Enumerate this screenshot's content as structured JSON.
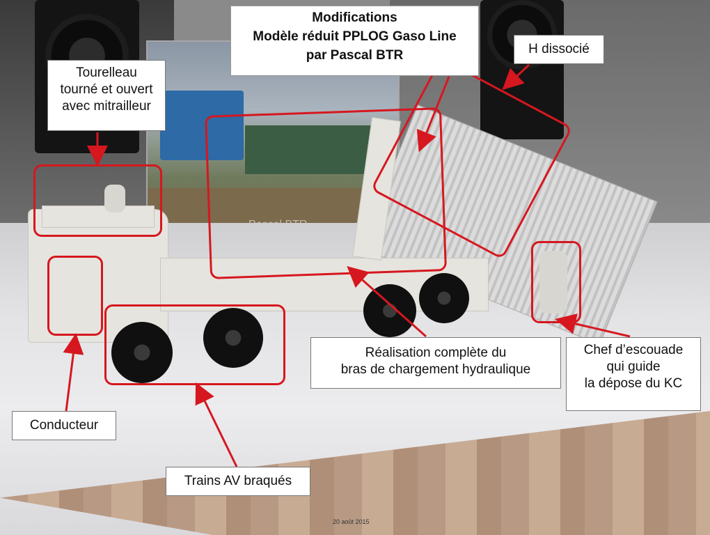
{
  "title": {
    "line1": "Modifications",
    "line2": "Modèle réduit PPLOG Gaso Line",
    "line3": "par Pascal BTR"
  },
  "labels": {
    "tourelleau": [
      "Tourelleau",
      "tourné et ouvert",
      "avec mitrailleur"
    ],
    "h_dissocie": "H dissocié",
    "realisation": [
      "Réalisation complète du",
      "bras de chargement hydraulique"
    ],
    "chef": [
      "Chef d’escouade",
      "qui guide",
      "la dépose du KC"
    ],
    "conducteur": "Conducteur",
    "trains": "Trains AV braqués"
  },
  "watermark": "Pascal BTR",
  "date": "20 août 2015",
  "colors": {
    "highlight": "#d6171f",
    "label_bg": "#ffffff"
  }
}
